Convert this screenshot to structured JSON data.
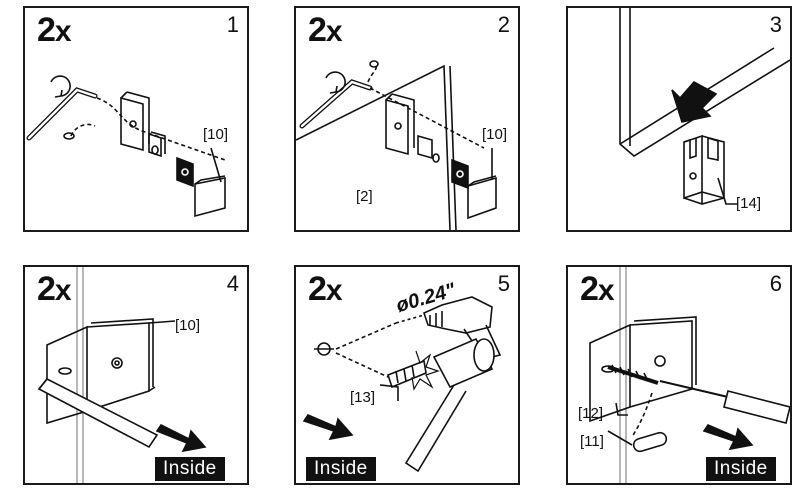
{
  "panels": [
    {
      "number": "1",
      "quantity": "2",
      "quantity_suffix": "x",
      "labels": {
        "part_a": "[10]"
      }
    },
    {
      "number": "2",
      "quantity": "2",
      "quantity_suffix": "x",
      "labels": {
        "part_a": "[10]",
        "part_b": "[2]"
      }
    },
    {
      "number": "3",
      "labels": {
        "part_a": "[14]"
      }
    },
    {
      "number": "4",
      "quantity": "2",
      "quantity_suffix": "x",
      "labels": {
        "part_a": "[10]"
      },
      "inside": "Inside"
    },
    {
      "number": "5",
      "quantity": "2",
      "quantity_suffix": "x",
      "labels": {
        "part_a": "[13]"
      },
      "drill_size": "ø0.24\"",
      "inside": "Inside"
    },
    {
      "number": "6",
      "quantity": "2",
      "quantity_suffix": "x",
      "labels": {
        "part_a": "[12]",
        "part_b": "[11]"
      },
      "inside": "Inside"
    }
  ]
}
